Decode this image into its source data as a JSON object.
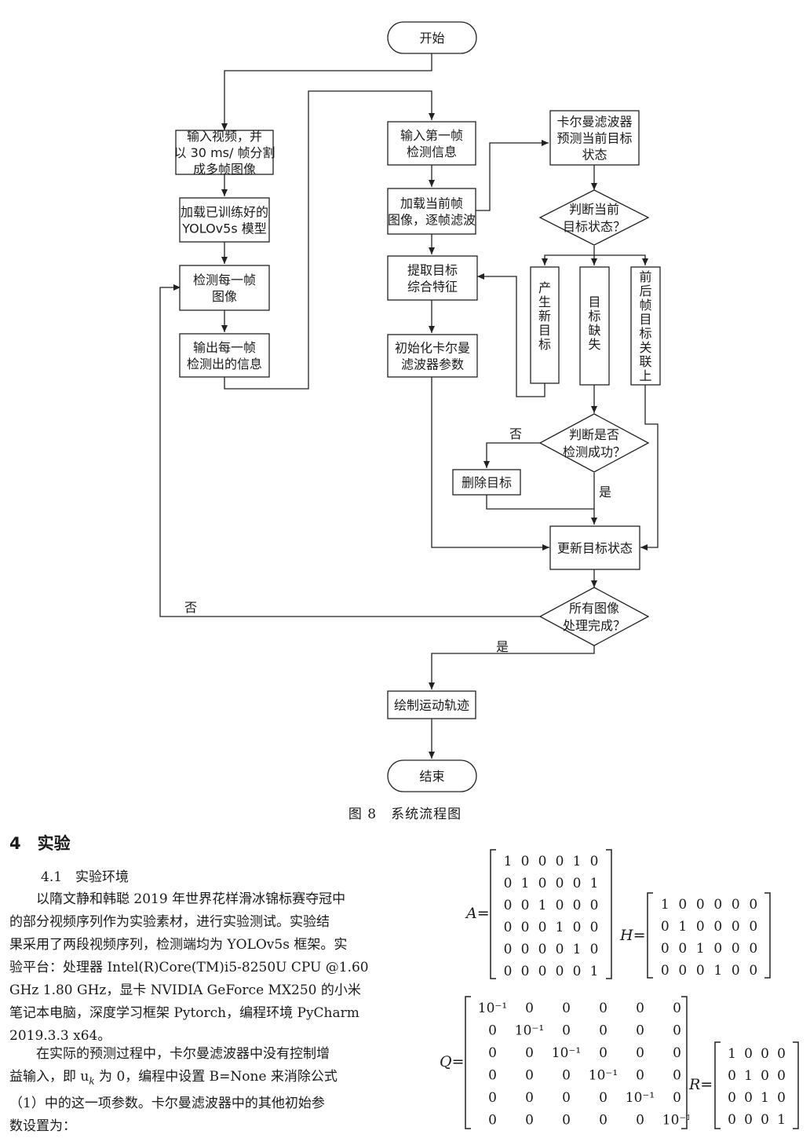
{
  "flowchart": {
    "start": "开始",
    "input_video": [
      "输入视频，并",
      "以 30 ms/ 帧分割",
      "成多帧图像"
    ],
    "load_model": [
      "加载已训练好的",
      "YOLOv5s 模型"
    ],
    "detect_frame": [
      "检测每一帧",
      "图像"
    ],
    "output_info": [
      "输出每一帧",
      "检测出的信息"
    ],
    "input_first": [
      "输入第一帧",
      "检测信息"
    ],
    "load_current": [
      "加载当前帧",
      "图像，逐帧滤波"
    ],
    "extract_feature": [
      "提取目标",
      "综合特征"
    ],
    "init_kalman": [
      "初始化卡尔曼",
      "滤波器参数"
    ],
    "kalman_predict": [
      "卡尔曼滤波器",
      "预测当前目标",
      "状态"
    ],
    "judge_state": [
      "判断当前",
      "目标状态？"
    ],
    "new_target": "产生新目标",
    "lost_target": "目标缺失",
    "associated": "前后帧目标关联上",
    "judge_detect": [
      "判断是否",
      "检测成功？"
    ],
    "no_1": "否",
    "yes_1": "是",
    "delete_target": "删除目标",
    "update_state": "更新目标状态",
    "all_done": [
      "所有图像",
      "处理完成？"
    ],
    "no_2": "否",
    "yes_2": "是",
    "draw_track": "绘制运动轨迹",
    "end": "结束"
  },
  "figure_caption": "图 8　系统流程图",
  "section": {
    "heading": "4　实验",
    "subheading": "4.1　实验环境",
    "para1": [
      "以隋文静和韩聪 2019 年世界花样滑冰锦标赛夺冠中",
      "的部分视频序列作为实验素材，进行实验测试。实验结",
      "果采用了两段视频序列，检测端均为 YOLOv5s 框架。实",
      "验平台：处理器 Intel(R)Core(TM)i5-8250U CPU @1.60",
      "GHz 1.80 GHz，显卡 NVIDIA GeForce MX250 的小米",
      "笔记本电脑，深度学习框架 Pytorch，编程环境 PyCharm",
      "2019.3.3 x64。"
    ],
    "para2": [
      "在实际的预测过程中，卡尔曼滤波器中没有控制增",
      "益输入，即 u",
      "k",
      " 为 0，编程中设置 B=None 来消除公式",
      "（1）中的这一项参数。卡尔曼滤波器中的其他初始参",
      "数设置为："
    ]
  },
  "matrices": {
    "A_label": "A=",
    "A": [
      [
        "1",
        "0",
        "0",
        "0",
        "1",
        "0"
      ],
      [
        "0",
        "1",
        "0",
        "0",
        "0",
        "1"
      ],
      [
        "0",
        "0",
        "1",
        "0",
        "0",
        "0"
      ],
      [
        "0",
        "0",
        "0",
        "1",
        "0",
        "0"
      ],
      [
        "0",
        "0",
        "0",
        "0",
        "1",
        "0"
      ],
      [
        "0",
        "0",
        "0",
        "0",
        "0",
        "1"
      ]
    ],
    "H_label": "H=",
    "H": [
      [
        "1",
        "0",
        "0",
        "0",
        "0",
        "0"
      ],
      [
        "0",
        "1",
        "0",
        "0",
        "0",
        "0"
      ],
      [
        "0",
        "0",
        "1",
        "0",
        "0",
        "0"
      ],
      [
        "0",
        "0",
        "0",
        "1",
        "0",
        "0"
      ]
    ],
    "Q_label": "Q=",
    "Q": [
      [
        "10⁻¹",
        "0",
        "0",
        "0",
        "0",
        "0"
      ],
      [
        "0",
        "10⁻¹",
        "0",
        "0",
        "0",
        "0"
      ],
      [
        "0",
        "0",
        "10⁻¹",
        "0",
        "0",
        "0"
      ],
      [
        "0",
        "0",
        "0",
        "10⁻¹",
        "0",
        "0"
      ],
      [
        "0",
        "0",
        "0",
        "0",
        "10⁻¹",
        "0"
      ],
      [
        "0",
        "0",
        "0",
        "0",
        "0",
        "10⁻¹"
      ]
    ],
    "R_label": "R=",
    "R": [
      [
        "1",
        "0",
        "0",
        "0"
      ],
      [
        "0",
        "1",
        "0",
        "0"
      ],
      [
        "0",
        "0",
        "1",
        "0"
      ],
      [
        "0",
        "0",
        "0",
        "1"
      ]
    ]
  }
}
